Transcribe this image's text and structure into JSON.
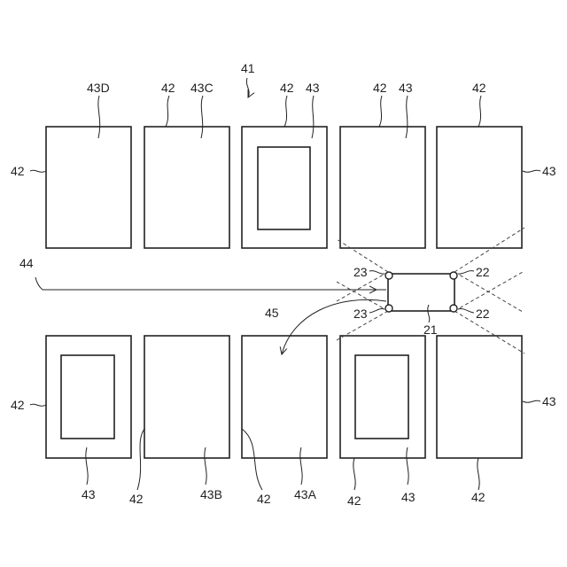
{
  "labels": {
    "n41": "41",
    "n42": "42",
    "n43": "43",
    "n43A": "43A",
    "n43B": "43B",
    "n43C": "43C",
    "n43D": "43D",
    "n44": "44",
    "n45": "45",
    "n21": "21",
    "n22": "22",
    "n23": "23"
  }
}
